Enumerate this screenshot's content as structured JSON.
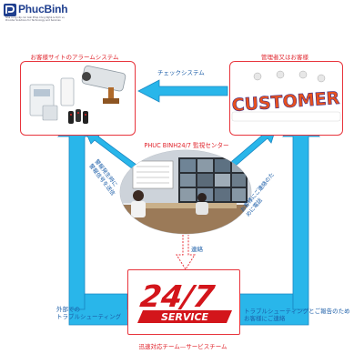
{
  "logo": {
    "name": "PhucBinh",
    "tagline": [
      "Nhà cung cấp các Giải Pháp Công Nghệ & Dịch vụ",
      "Provider Solutions for Technology and Services"
    ]
  },
  "nodes": {
    "alarm_system": {
      "title": "お客様サイトのアラームシステム"
    },
    "customer": {
      "title": "管理者又はお客様",
      "sign_text": "CUSTOMER"
    },
    "monitoring_center": {
      "title": "PHUC BINH24/7 監視センター"
    },
    "service_team": {
      "title": "迅速対応チーム—サービスチーム",
      "logo_big": "24/7",
      "logo_small": "SERVICE"
    }
  },
  "edges": {
    "check_system": "チェックシステム",
    "alarm_send": [
      "警報発生時に",
      "警報信号を送信"
    ],
    "notify_customer": [
      "お客様にご連絡のた",
      "めに電話"
    ],
    "contact": "連絡",
    "external_troubleshoot": [
      "外部での",
      "トラブルシューティング"
    ],
    "troubleshoot_report": [
      "トラブルシューティングとご報告のため",
      "お客様にご連絡"
    ]
  },
  "colors": {
    "arrow_blue": "#29b6ea",
    "arrow_outline": "#1a87c2",
    "frame_red": "#e8343c",
    "text_red": "#e0232b",
    "text_blue": "#1c5ea8",
    "brand": "#1f3f8f"
  }
}
